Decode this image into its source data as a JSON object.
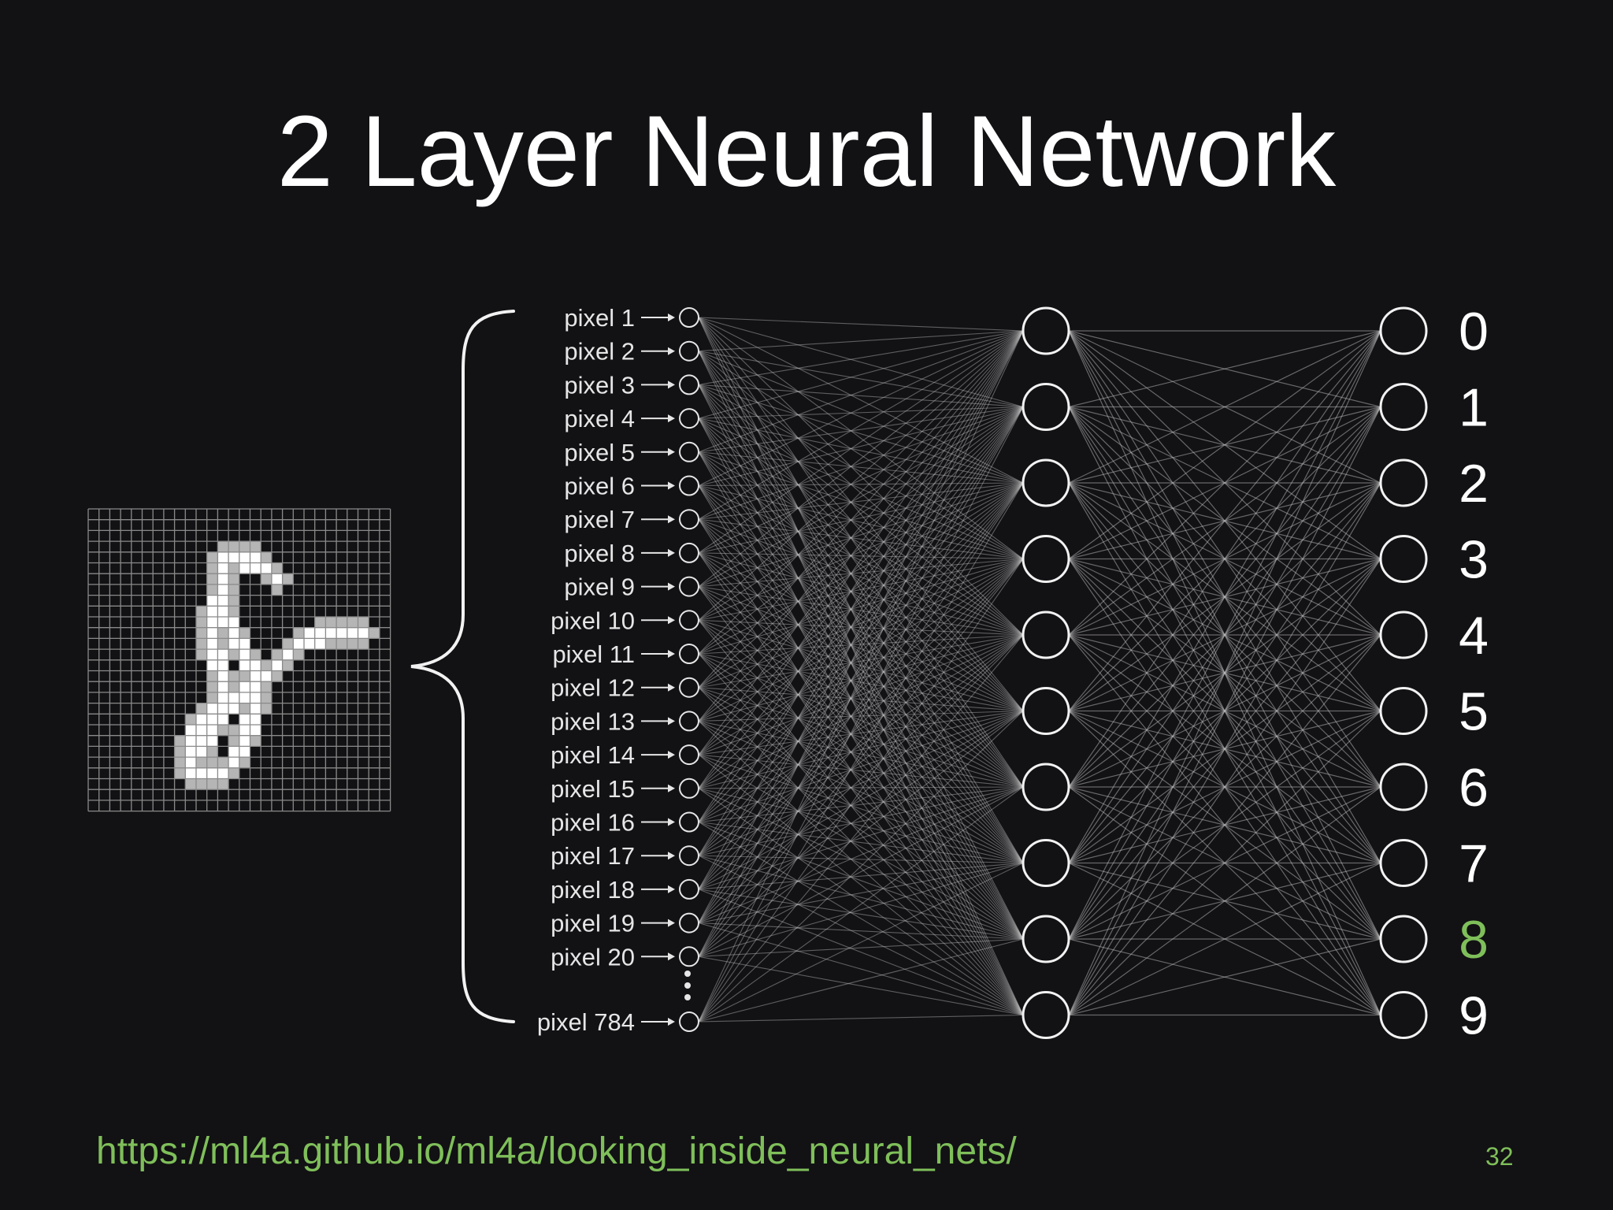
{
  "slide": {
    "title": "2 Layer Neural Network",
    "url": "https://ml4a.github.io/ml4a/looking_inside_neural_nets/",
    "page_number": "32"
  },
  "input_layer": {
    "labels": [
      "pixel 1",
      "pixel 2",
      "pixel 3",
      "pixel 4",
      "pixel 5",
      "pixel 6",
      "pixel 7",
      "pixel 8",
      "pixel 9",
      "pixel 10",
      "pixel 11",
      "pixel 12",
      "pixel 13",
      "pixel 14",
      "pixel 15",
      "pixel 16",
      "pixel 17",
      "pixel 18",
      "pixel 19",
      "pixel 20"
    ],
    "last_label": "pixel 784"
  },
  "hidden_layer": {
    "count": 10
  },
  "output_layer": {
    "labels": [
      "0",
      "1",
      "2",
      "3",
      "4",
      "5",
      "6",
      "7",
      "8",
      "9"
    ],
    "highlight": "8"
  },
  "digit_image": {
    "grid_size": 28,
    "digit": "8"
  },
  "colors": {
    "background": "#121114",
    "text": "#ffffff",
    "accent": "#7fbf5a",
    "connections": "#bdbdbd",
    "grid": "#8a8a8a"
  }
}
